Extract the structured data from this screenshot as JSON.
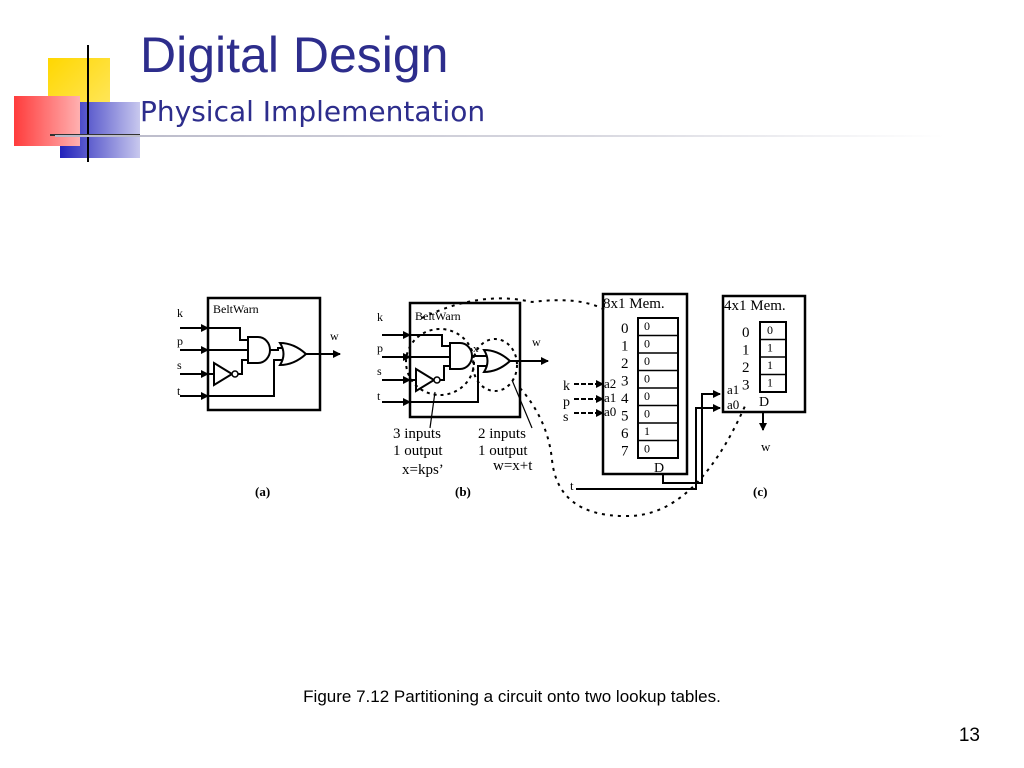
{
  "slide": {
    "title": "Digital Design",
    "subtitle": "Physical Implementation",
    "caption": "Figure 7.12 Partitioning a circuit onto two lookup tables.",
    "page_number": "13"
  },
  "colors": {
    "title": "#2d2d8c",
    "deco_yellow": "#ffd700",
    "deco_red": "#ff5050",
    "deco_blue": "#3333cc"
  },
  "figure": {
    "panel_a": {
      "box_label": "BeltWarn",
      "inputs": [
        "k",
        "p",
        "s",
        "t"
      ],
      "output": "w",
      "tag": "(a)"
    },
    "panel_b": {
      "box_label": "BeltWarn",
      "inputs": [
        "k",
        "p",
        "s",
        "t"
      ],
      "output": "w",
      "x_label": "x",
      "note_left": [
        "3 inputs",
        "1 output",
        "x=kps’"
      ],
      "note_right": [
        "2 inputs",
        "1 output",
        "w=x+t"
      ],
      "tag": "(b)"
    },
    "mem8": {
      "title": "8x1 Mem.",
      "addresses": [
        "0",
        "1",
        "2",
        "3",
        "4",
        "5",
        "6",
        "7"
      ],
      "contents": [
        "0",
        "0",
        "0",
        "0",
        "0",
        "0",
        "1",
        "0"
      ],
      "address_inputs": [
        "a2",
        "a1",
        "a0"
      ],
      "signals": [
        "k",
        "p",
        "s"
      ],
      "data_out": "D",
      "t_label": "t"
    },
    "mem4": {
      "title": "4x1 Mem.",
      "addresses": [
        "0",
        "1",
        "2",
        "3"
      ],
      "contents": [
        "0",
        "1",
        "1",
        "1"
      ],
      "address_inputs": [
        "a1",
        "a0"
      ],
      "data_out": "D",
      "output": "w",
      "tag": "(c)"
    }
  }
}
